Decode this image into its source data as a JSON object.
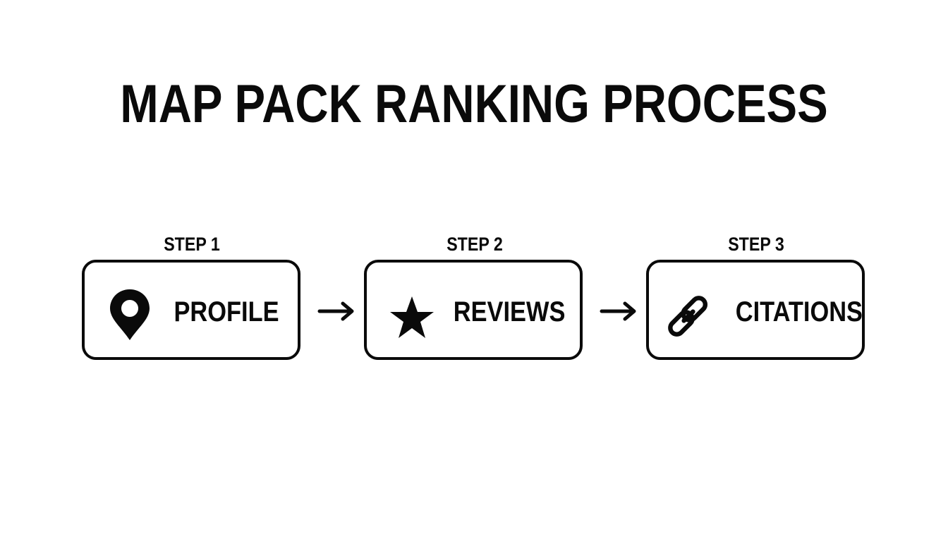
{
  "title": "MAP PACK RANKING PROCESS",
  "steps": [
    {
      "step_label": "STEP 1",
      "label": "PROFILE",
      "icon": "map-pin-icon"
    },
    {
      "step_label": "STEP 2",
      "label": "REVIEWS",
      "icon": "star-icon"
    },
    {
      "step_label": "STEP 3",
      "label": "CITATIONS",
      "icon": "chain-link-icon"
    }
  ],
  "connectors": [
    "arrow-right-icon",
    "arrow-right-icon"
  ],
  "colors": {
    "foreground": "#0a0a0a",
    "background": "#ffffff"
  }
}
